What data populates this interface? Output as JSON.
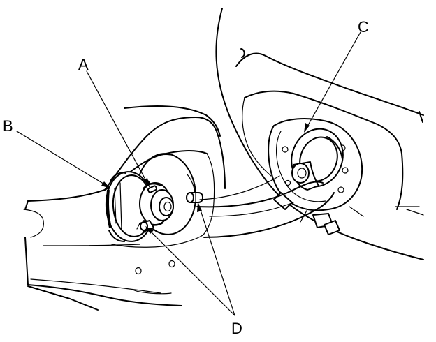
{
  "diagram": {
    "labels": {
      "a": "A",
      "b": "B",
      "c": "C",
      "d": "D"
    },
    "parts": {
      "rear_panel": "body-panel-outline",
      "fuel_door_area": "fuel-filler-opening",
      "filler_neck": "filler-neck-ring",
      "filler_cap": "fuel-cap-assembly",
      "clips": "retaining-clips"
    }
  }
}
